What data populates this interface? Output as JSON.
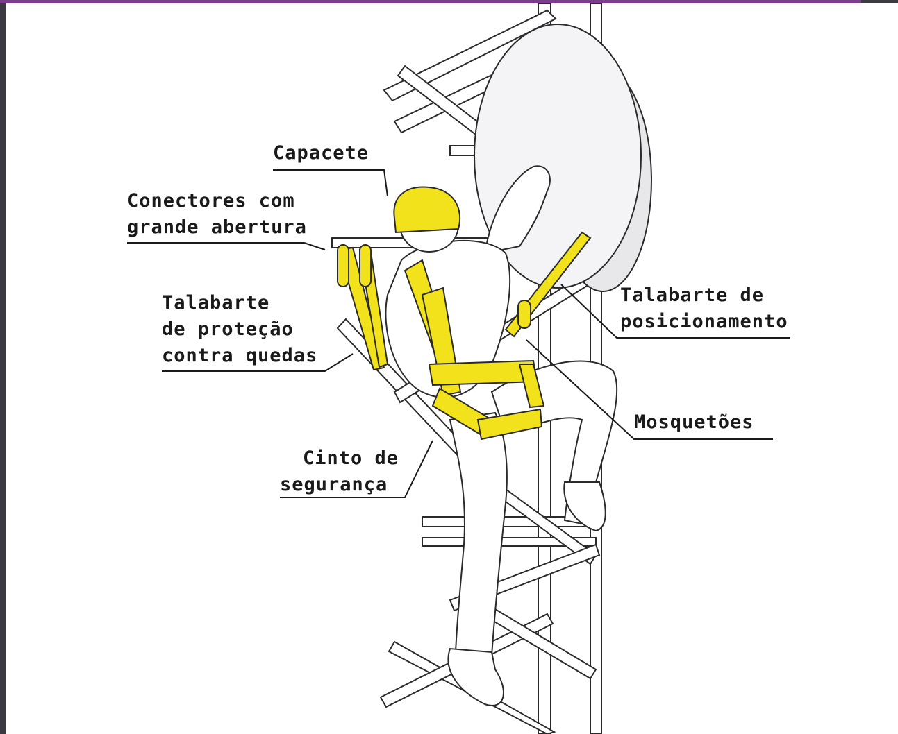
{
  "colors": {
    "harness": "#f2e21c",
    "outline": "#2a2a2a",
    "frame_bg": "#3a3a40",
    "accent_strip": "#7a3d8a"
  },
  "labels": {
    "capacete": "Capacete",
    "conectores_l1": "Conectores com",
    "conectores_l2": "grande abertura",
    "talabarte_queda_l1": "Talabarte",
    "talabarte_queda_l2": "de proteção",
    "talabarte_queda_l3": "contra quedas",
    "cinto_l1": "Cinto de",
    "cinto_l2": "segurança",
    "talabarte_pos_l1": "Talabarte de",
    "talabarte_pos_l2": "posicionamento",
    "mosquetoes": "Mosquetões"
  }
}
